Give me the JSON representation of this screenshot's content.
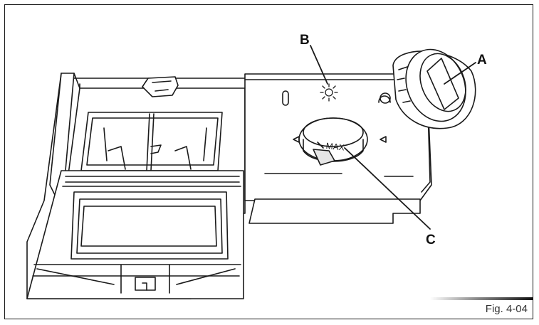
{
  "figure": {
    "callouts": {
      "a": "A",
      "b": "B",
      "c": "C"
    },
    "dial_text": "MAX",
    "caption": "Fig. 4-04"
  }
}
